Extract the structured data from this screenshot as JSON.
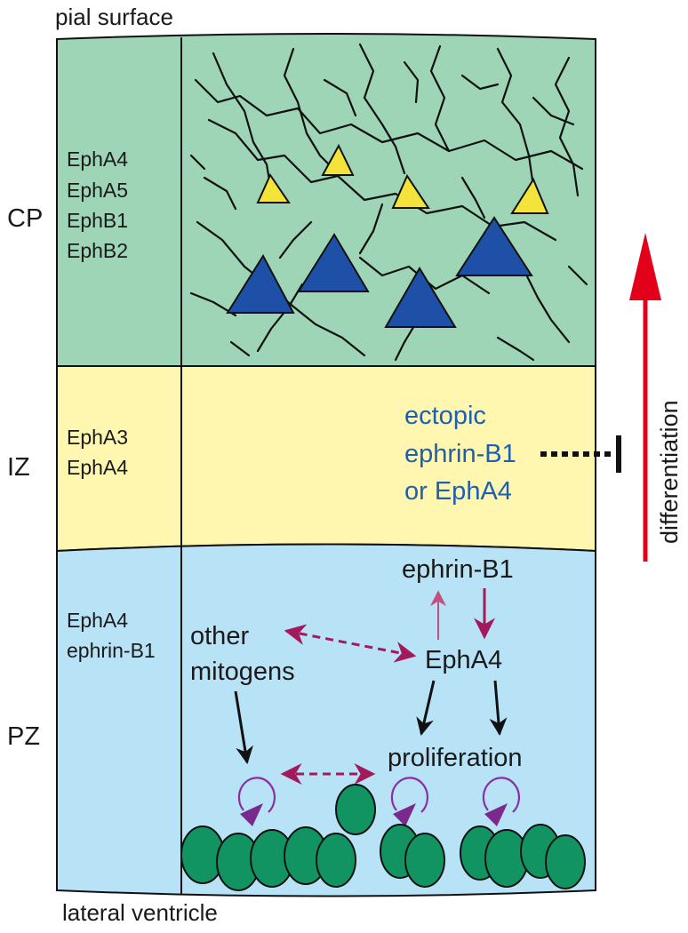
{
  "diagram": {
    "top_label": "pial surface",
    "bottom_label": "lateral ventricle",
    "zones": [
      {
        "abbr": "CP",
        "genes": [
          "EphA4",
          "EphA5",
          "EphB1",
          "EphB2"
        ],
        "fill": "#9dd5b6"
      },
      {
        "abbr": "IZ",
        "genes": [
          "EphA3",
          "EphA4"
        ],
        "fill": "#fff6b0"
      },
      {
        "abbr": "PZ",
        "genes": [
          "EphA4",
          "ephrin-B1"
        ],
        "fill": "#b8e2f6"
      }
    ],
    "ectopic_lines": [
      "ectopic",
      "ephrin-B1",
      "or EphA4"
    ],
    "arrow_label": "differentiation",
    "nodes": {
      "ephrin": "ephrin-B1",
      "epha4": "EphA4",
      "mitogens": [
        "other",
        "mitogens"
      ],
      "proliferation": "proliferation"
    },
    "colors": {
      "small_neuron": "#f3e33a",
      "large_neuron": "#1e50a8",
      "progenitor_cell": "#119461",
      "magenta_arrow": "#a3195b",
      "red_arrow": "#e3001b",
      "cycle_arrow": "#8a2ea0",
      "ectopic_text": "#1f5fb0"
    }
  }
}
